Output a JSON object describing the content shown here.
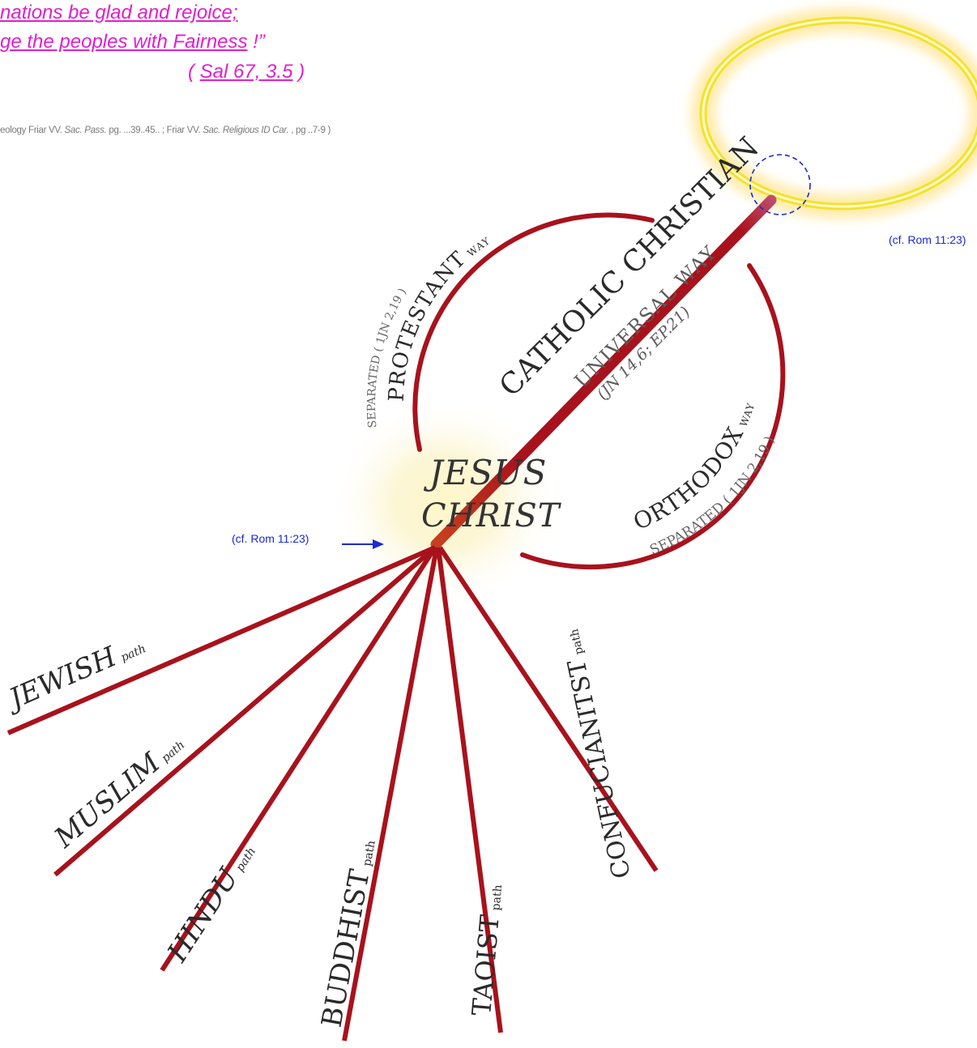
{
  "quote": {
    "line1": "nations be glad and rejoice;",
    "line2_underlined": "ge the peoples with Fairness",
    "line2_tail": " !”",
    "ref_open": "( ",
    "ref": "Sal 67, 3.5",
    "ref_close": " )"
  },
  "citation": {
    "p1": "eology Friar VV. ",
    "t1": "Sac. Pass.",
    "p2": " pg. ...39..45.. ;  Friar VV. ",
    "t2": "Sac. Religious ID Car.",
    "p3": " ,  pg ..7-9 )"
  },
  "refs": {
    "top_right": "(cf. Rom 11:23)",
    "left": "(cf. Rom 11:23)"
  },
  "center": {
    "line1": "JESUS",
    "line2": "CHRIST"
  },
  "main_way": {
    "title": "CATHOLIC CHRISTIAN",
    "subtitle": "UNIVERSAL WAY",
    "refs": "(JN 14,6; EP.21)"
  },
  "protestant": {
    "label": "PROTESTANT",
    "way": "WAY",
    "prefix": "SEPARATED ( 1JN 2,19 )"
  },
  "orthodox": {
    "label": "ORTHODOX",
    "way": "WAY",
    "sub": "SEPARATED ( 1JN 2,19 )"
  },
  "paths": [
    {
      "name": "JEWISH",
      "suffix": "path"
    },
    {
      "name": "MUSLIM",
      "suffix": "path"
    },
    {
      "name": "HINDU",
      "suffix": "path"
    },
    {
      "name": "BUDDHIST",
      "suffix": "path"
    },
    {
      "name": "TAOIST",
      "suffix": "path"
    },
    {
      "name": "CONFUCIANITST",
      "suffix": "path"
    }
  ],
  "colors": {
    "path_red": "#a8121c",
    "halo_yellow": "#f5e33a",
    "quote_magenta": "#e01fd0",
    "ref_blue": "#1a2ad6"
  }
}
